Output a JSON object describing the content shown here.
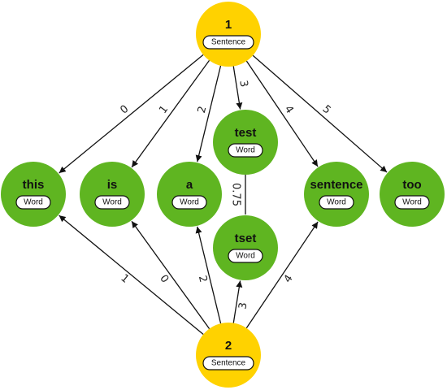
{
  "colors": {
    "sentence_node": "#ffd200",
    "word_node": "#5fb521",
    "edge": "#111111",
    "badge_fill": "#ffffff",
    "badge_stroke": "#111111"
  },
  "nodes": [
    {
      "id": "s1",
      "kind": "sentence",
      "title": "1",
      "type": "Sentence"
    },
    {
      "id": "s2",
      "kind": "sentence",
      "title": "2",
      "type": "Sentence"
    },
    {
      "id": "this",
      "kind": "word",
      "title": "this",
      "type": "Word"
    },
    {
      "id": "is",
      "kind": "word",
      "title": "is",
      "type": "Word"
    },
    {
      "id": "a",
      "kind": "word",
      "title": "a",
      "type": "Word"
    },
    {
      "id": "test",
      "kind": "word",
      "title": "test",
      "type": "Word"
    },
    {
      "id": "tset",
      "kind": "word",
      "title": "tset",
      "type": "Word"
    },
    {
      "id": "sentence",
      "kind": "word",
      "title": "sentence",
      "type": "Word"
    },
    {
      "id": "too",
      "kind": "word",
      "title": "too",
      "type": "Word"
    }
  ],
  "edges": [
    {
      "from": "s1",
      "to": "this",
      "label": "0",
      "arrow": true
    },
    {
      "from": "s1",
      "to": "is",
      "label": "1",
      "arrow": true
    },
    {
      "from": "s1",
      "to": "a",
      "label": "2",
      "arrow": true
    },
    {
      "from": "s1",
      "to": "test",
      "label": "3",
      "arrow": true
    },
    {
      "from": "s1",
      "to": "sentence",
      "label": "4",
      "arrow": true
    },
    {
      "from": "s1",
      "to": "too",
      "label": "5",
      "arrow": true
    },
    {
      "from": "s2",
      "to": "this",
      "label": "1",
      "arrow": true
    },
    {
      "from": "s2",
      "to": "is",
      "label": "0",
      "arrow": true
    },
    {
      "from": "s2",
      "to": "a",
      "label": "2",
      "arrow": true
    },
    {
      "from": "s2",
      "to": "tset",
      "label": "3",
      "arrow": true
    },
    {
      "from": "s2",
      "to": "sentence",
      "label": "4",
      "arrow": true
    },
    {
      "from": "test",
      "to": "tset",
      "label": "0.75",
      "arrow": false
    }
  ]
}
